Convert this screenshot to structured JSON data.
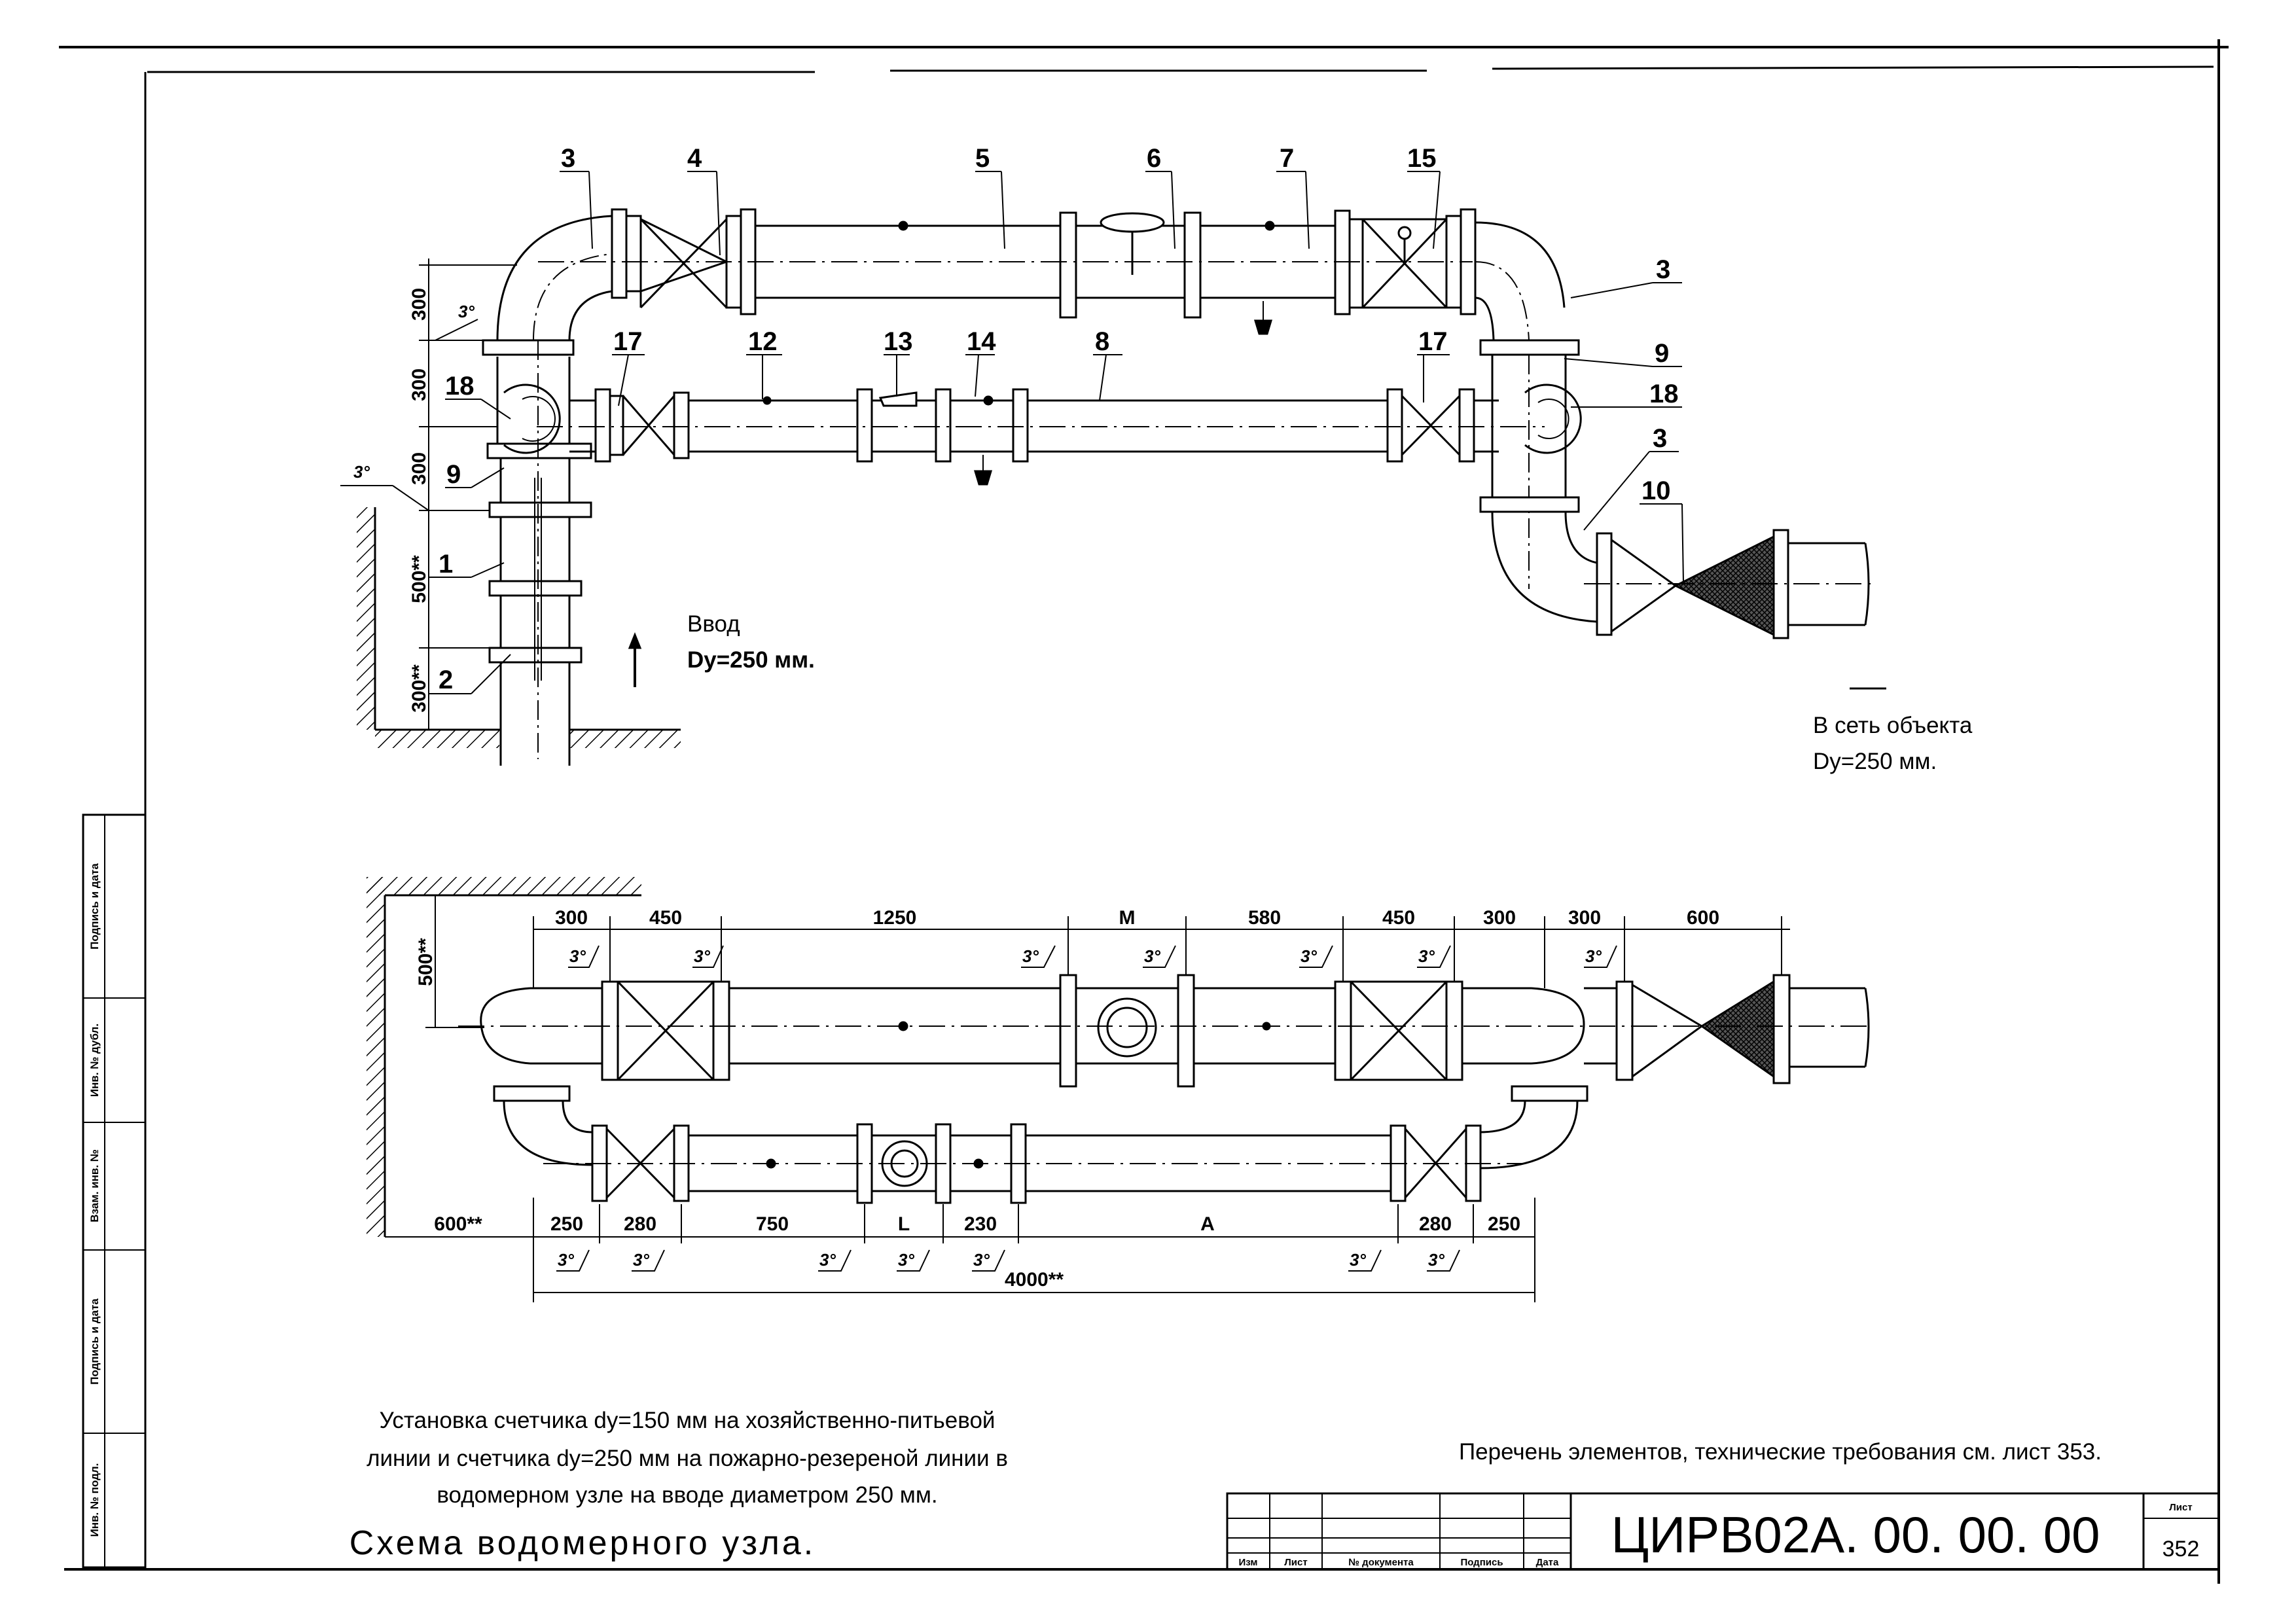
{
  "callouts": {
    "c1": "1",
    "c2": "2",
    "c3": "3",
    "c4": "4",
    "c5": "5",
    "c6": "6",
    "c7": "7",
    "c8": "8",
    "c9": "9",
    "c10": "10",
    "c12": "12",
    "c13": "13",
    "c14": "14",
    "c15": "15",
    "c17": "17",
    "c18": "18"
  },
  "vertical_dims": {
    "v300": "300",
    "v500s": "500**",
    "v300s": "300**"
  },
  "angle_mark": "3°",
  "inlet": {
    "title": "Ввод",
    "diameter": "Dy=250 мм."
  },
  "outlet": {
    "title": "В сеть объекта",
    "diameter": "Dy=250 мм."
  },
  "plan_dims": {
    "top": [
      "300",
      "450",
      "1250",
      "M",
      "580",
      "450",
      "300",
      "300",
      "600"
    ],
    "bottom": [
      "600**",
      "250",
      "280",
      "750",
      "L",
      "230",
      "A",
      "280",
      "250"
    ],
    "total": "4000**",
    "wall_offset": "500**"
  },
  "description": {
    "line1": "Установка счетчика dy=150 мм на хозяйственно-питьевой",
    "line2": "линии и счетчика dy=250 мм на пожарно-резереной линии в",
    "line3": "водомерном узле на вводе диаметром 250 мм."
  },
  "drawing_title": "Схема водомерного узла.",
  "reference_note": "Перечень элементов, технические требования см. лист 353.",
  "title_block": {
    "code": "ЦИРВ02А. 00. 00. 00",
    "sheet_label": "Лист",
    "sheet_number": "352",
    "columns": [
      "Изм",
      "Лист",
      "№ документа",
      "Подпись",
      "Дата"
    ]
  },
  "side_stamp": [
    "Подпись и дата",
    "Инв. № дубл.",
    "Взам. инв. №",
    "Подпись и дата",
    "Инв. № подл."
  ]
}
